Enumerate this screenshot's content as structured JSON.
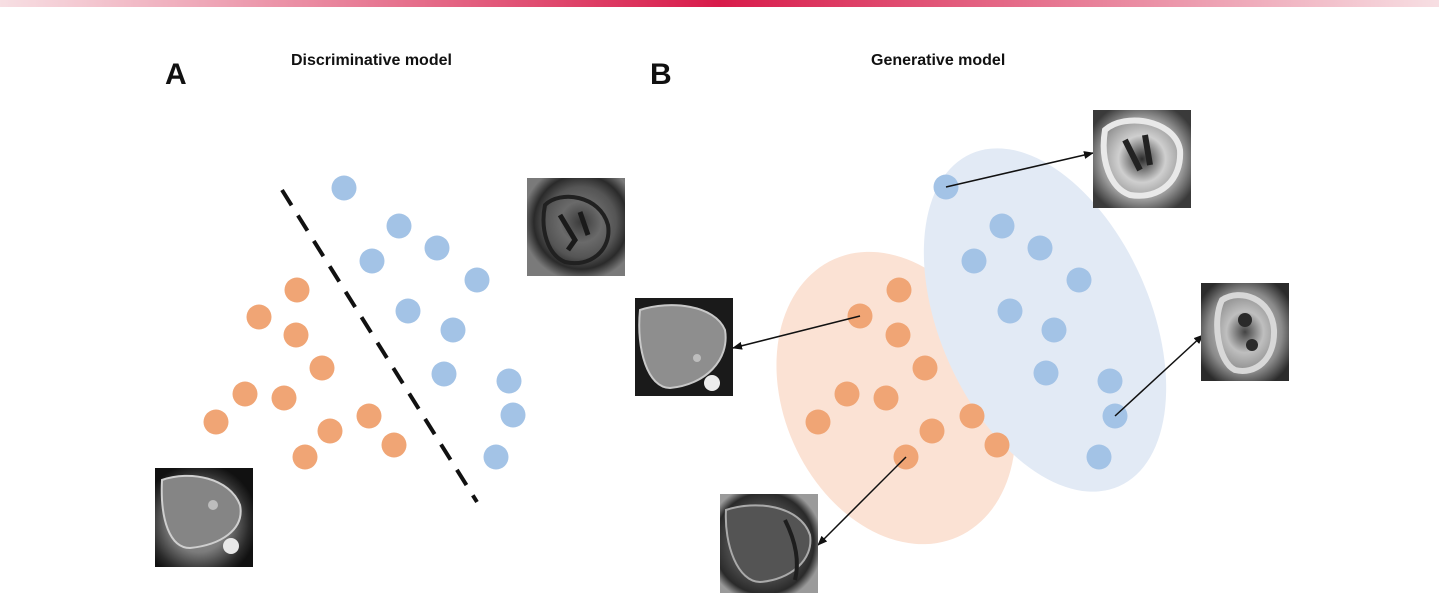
{
  "colors": {
    "top_bar_center": "#d81b4a",
    "top_bar_edge": "#f7dfe3",
    "liver_class": "#f0a575",
    "kidney_class": "#a3c3e6",
    "liver_cluster_fill": "#fbe2d4",
    "kidney_cluster_fill": "#e2eaf5",
    "text": "#111111"
  },
  "panel_a": {
    "letter": "A",
    "title": "Discriminative model",
    "decision_boundary": "dashed-line",
    "images": [
      "kidney-mri-thumbnail",
      "liver-ct-thumbnail"
    ]
  },
  "panel_b": {
    "letter": "B",
    "title": "Generative model",
    "clusters": [
      "liver-distribution-ellipse",
      "kidney-distribution-ellipse"
    ],
    "images": [
      "kidney-ct-thumbnail",
      "kidney-ct-contrast-thumbnail",
      "liver-ct-thumbnail",
      "liver-mri-thumbnail"
    ]
  }
}
